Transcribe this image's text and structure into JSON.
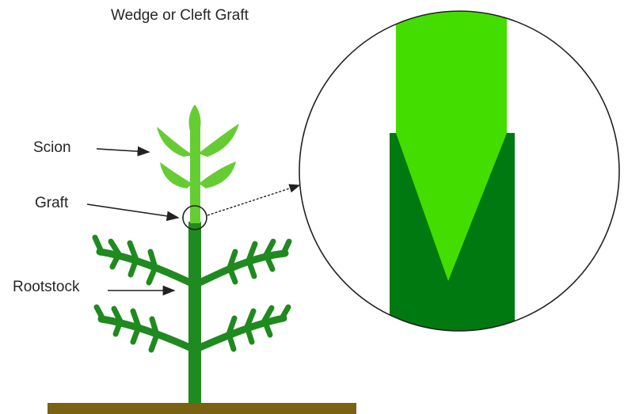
{
  "diagram": {
    "title": "Wedge or Cleft Graft",
    "labels": {
      "scion": "Scion",
      "graft": "Graft",
      "rootstock": "Rootstock"
    },
    "colors": {
      "scion": "#66cc33",
      "scion_bright": "#44dd00",
      "rootstock": "#1f8a1f",
      "rootstock_dark": "#007a10",
      "ground": "#7a6210",
      "outline": "#222222"
    }
  }
}
